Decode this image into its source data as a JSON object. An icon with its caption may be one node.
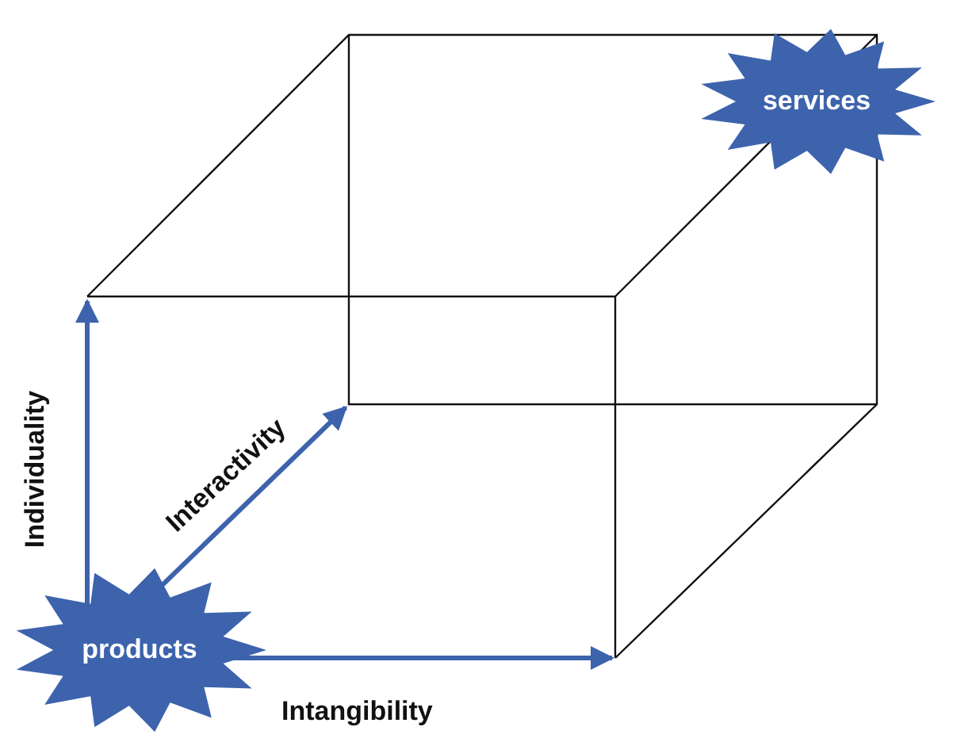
{
  "diagram": {
    "nodes": [
      {
        "text": [
          "products"
        ]
      },
      {
        "text": [
          "services"
        ]
      }
    ],
    "labels": [
      "Individuality",
      "Interactivity",
      "Intangibility"
    ]
  }
}
